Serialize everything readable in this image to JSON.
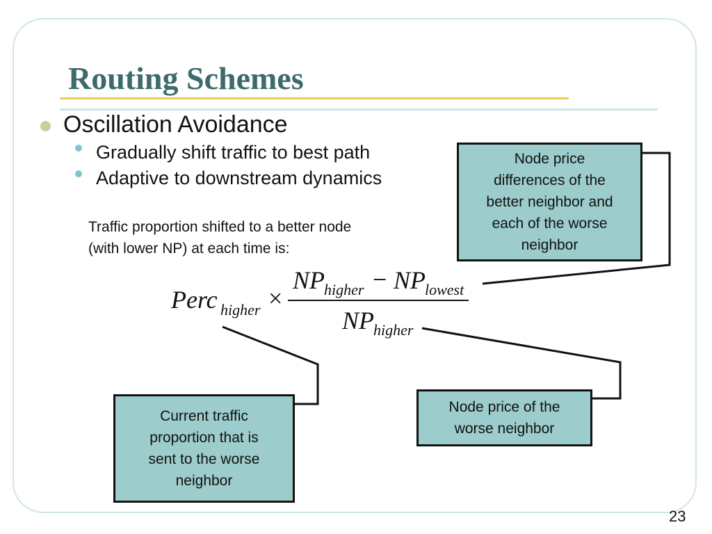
{
  "slide": {
    "title": "Routing Schemes",
    "bullet": "Oscillation Avoidance",
    "sub_bullets": [
      "Gradually shift traffic to best path",
      "Adaptive to downstream dynamics"
    ],
    "paragraph_lines": [
      "Traffic proportion shifted to a better node",
      "(with lower NP) at each time is:"
    ],
    "formula": {
      "perc": "Perc",
      "perc_sub": "higher",
      "times": "×",
      "num_np1": "NP",
      "num_sub1": "higher",
      "minus": "−",
      "num_np2": "NP",
      "num_sub2": "lowest",
      "den_np": "NP",
      "den_sub": "higher"
    },
    "callouts": {
      "node_price_differences": [
        "Node price",
        "differences of the",
        "better neighbor and",
        "each of the worse",
        "neighbor"
      ],
      "current_traffic": [
        "Current traffic",
        "proportion that is",
        "sent to the worse",
        "neighbor"
      ],
      "node_price_worse": [
        "Node price of the",
        "worse neighbor"
      ]
    },
    "page_number": "23"
  },
  "colors": {
    "title": "#3d6b6b",
    "title_underline": "#f2c94c",
    "frame": "#cfe6e4",
    "callout_fill": "#9ccccc",
    "bullet_l1": "#c9cf9c",
    "bullet_l2": "#82c4cf"
  }
}
